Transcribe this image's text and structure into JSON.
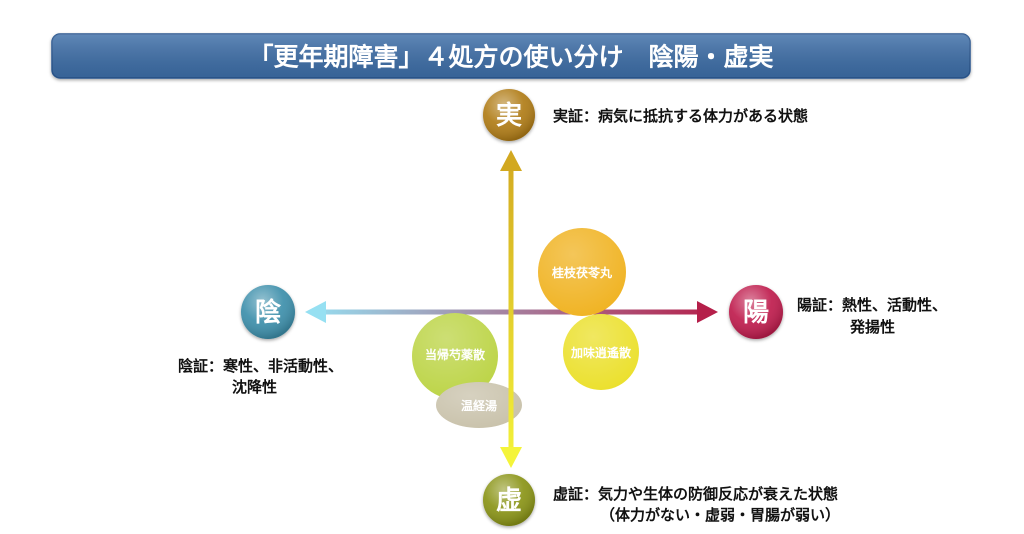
{
  "title": "「更年期障害」４処方の使い分け　陰陽・虚実",
  "axes": {
    "jitsu": {
      "label": "実",
      "lines": [
        "実証：病気に抵抗する体力がある状態"
      ]
    },
    "kyo": {
      "label": "虚",
      "lines": [
        "虚証：気力や生体の防御反応が衰えた状態",
        "（体力がない・虚弱・胃腸が弱い）"
      ]
    },
    "in": {
      "label": "陰",
      "lines": [
        "陰証：寒性、非活動性、",
        "沈降性"
      ]
    },
    "yo": {
      "label": "陽",
      "lines": [
        "陽証：熱性、活動性、",
        "発揚性"
      ]
    }
  },
  "formulas": [
    {
      "name": "桂枝茯苓丸",
      "color": "#f0b322"
    },
    {
      "name": "加味逍遙散",
      "color": "#ebe02c"
    },
    {
      "name": "当帰芍薬散",
      "color": "#bcd446"
    },
    {
      "name": "温経湯",
      "color": "#c9c2ab"
    }
  ],
  "colors": {
    "title_bar": "#3c6ea8",
    "title_bar_border": "#2a578f",
    "jitsu": "#b07c18",
    "kyo": "#8a9418",
    "in": "#3d8fab",
    "yo": "#bf1f4d",
    "arrow_top": "#d2a820",
    "arrow_bottom": "#f4f43a",
    "arrow_left": "#96e0f2",
    "arrow_right": "#b51f4a"
  }
}
